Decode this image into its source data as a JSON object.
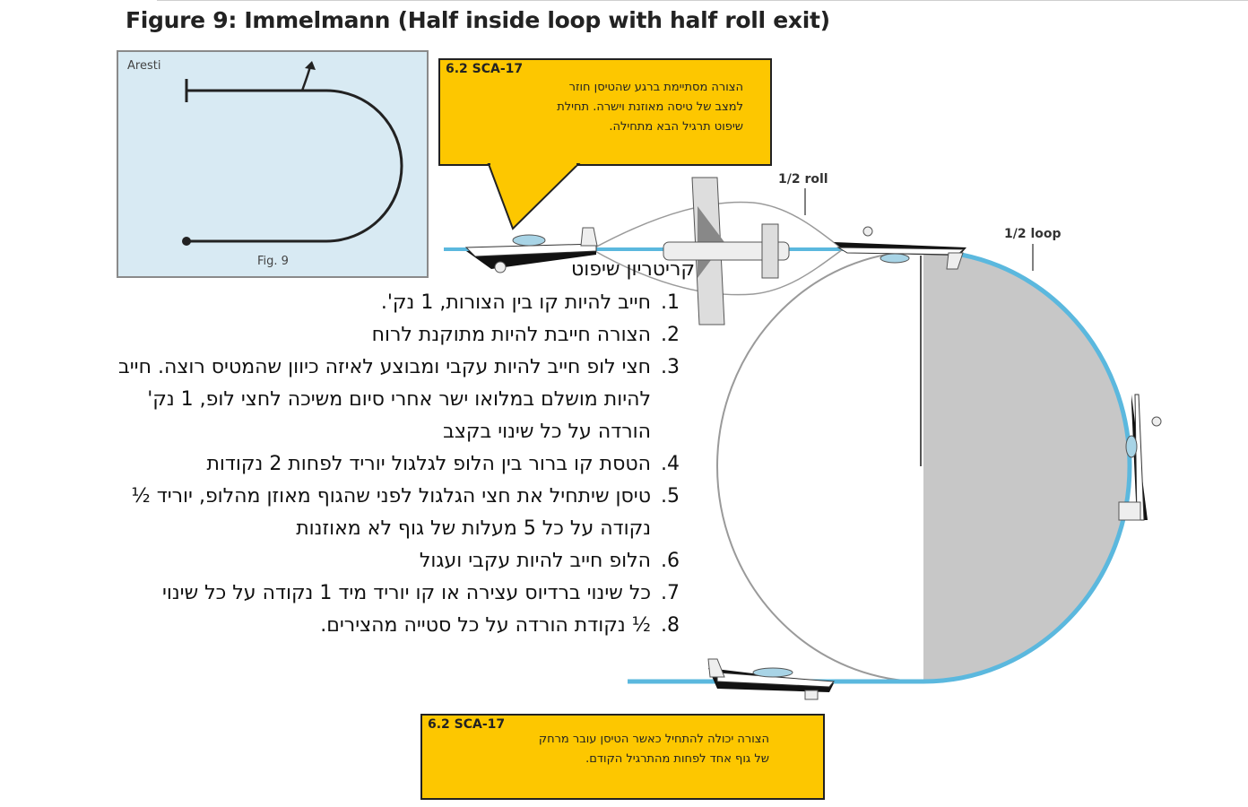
{
  "figure": {
    "title": "Figure 9: Immelmann (Half inside loop with half roll exit)"
  },
  "aresti": {
    "label": "Aresti",
    "fig_label": "Fig. 9"
  },
  "callout_top": {
    "tag": "6.2 SCA-17",
    "text": "הצורה מסתיימת ברגע שהטיסן חוזר למצב של טיסה מאוזנת וישרה. תחילת שיפוט תרגיל הבא מתחילה."
  },
  "callout_bottom": {
    "tag": "6.2 SCA-17",
    "text": "הצורה יכולה להתחיל כאשר הטיסן עובר מרחק של גוף אחד לפחות מהתרגיל הקודם."
  },
  "labels": {
    "half_roll": "1/2 roll",
    "half_loop": "1/2 loop"
  },
  "criteria": {
    "heading": "קריטריון שיפוט",
    "items": [
      "חייב להיות קו בין הצורות, 1 נק'.",
      "הצורה חייבת להיות מתוקנת לרוח",
      "חצי לופ חייב להיות עקבי ומבוצע לאיזה כיוון שהמטיס רוצה. חייב להיות מושלם במלואו ישר אחרי סיום משיכה לחצי לופ, 1 נק' הורדה על כל שינוי בקצב",
      "הטסת קו ברור בין הלופ לגלגול יוריד לפחות 2 נקודות",
      "טיסן שיתחיל את חצי הגלגול לפני שהגוף מאוזן מהלופ, יוריד ½ נקודה על כל 5 מעלות של גוף לא מאוזנות",
      "הלופ חייב להיות עקבי ועגול",
      "כל שינוי ברדיוס עצירה או קו יוריד מיד 1 נקודה על כל שינוי",
      "½ נקודת הורדה על כל סטייה מהצירים."
    ]
  },
  "colors": {
    "flight_path": "#5bb8de",
    "callout_fill": "#fdc700",
    "aresti_bg": "#d8eaf3",
    "loop_fill": "#c7c7c7"
  }
}
